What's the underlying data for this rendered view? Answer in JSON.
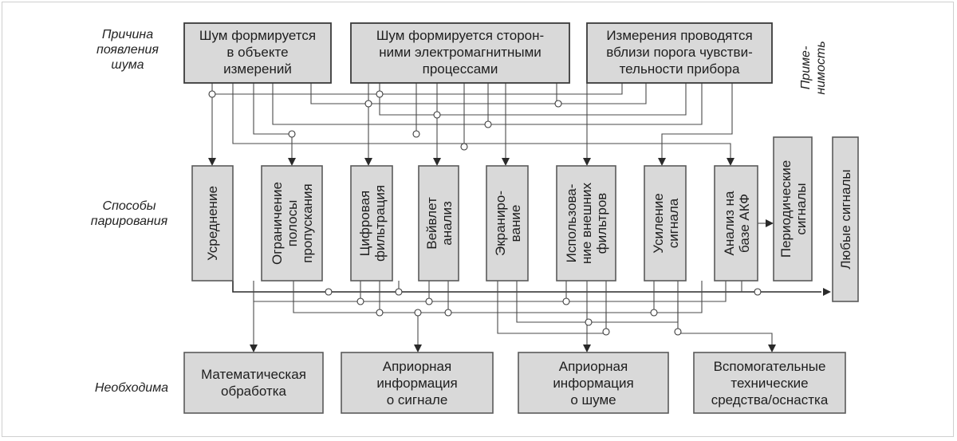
{
  "row_labels": {
    "cause": [
      "Причина",
      "появления",
      "шума"
    ],
    "methods": [
      "Способы",
      "парирования"
    ],
    "needed": [
      "Необходима"
    ],
    "applicability": [
      "Приме-",
      "нимость"
    ]
  },
  "causes": [
    {
      "lines": [
        "Шум формируется",
        "в объекте",
        "измерений"
      ]
    },
    {
      "lines": [
        "Шум формируется сторон-",
        "ними электромагнитными",
        "процессами"
      ]
    },
    {
      "lines": [
        "Измерения проводятся",
        "вблизи порога чувстви-",
        "тельности прибора"
      ]
    }
  ],
  "methods": [
    {
      "lines": [
        "Усреднение"
      ]
    },
    {
      "lines": [
        "Ограничение",
        "полосы",
        "пропускания"
      ]
    },
    {
      "lines": [
        "Цифровая",
        "фильтрация"
      ]
    },
    {
      "lines": [
        "Вейвлет",
        "анализ"
      ]
    },
    {
      "lines": [
        "Экраниро-",
        "вание"
      ]
    },
    {
      "lines": [
        "Использова-",
        "ние внешних",
        "фильтров"
      ]
    },
    {
      "lines": [
        "Усиление",
        "сигнала"
      ]
    },
    {
      "lines": [
        "Анализ на",
        "базе АКФ"
      ]
    }
  ],
  "applicability": [
    {
      "lines": [
        "Периодические",
        "сигналы"
      ]
    },
    {
      "lines": [
        "Любые сигналы"
      ]
    }
  ],
  "requirements": [
    {
      "lines": [
        "Математическая",
        "обработка"
      ]
    },
    {
      "lines": [
        "Априорная",
        "информация",
        "о сигнале"
      ]
    },
    {
      "lines": [
        "Априорная",
        "информация",
        "о шуме"
      ]
    },
    {
      "lines": [
        "Вспомогательные",
        "технические",
        "средства/оснастка"
      ]
    }
  ]
}
